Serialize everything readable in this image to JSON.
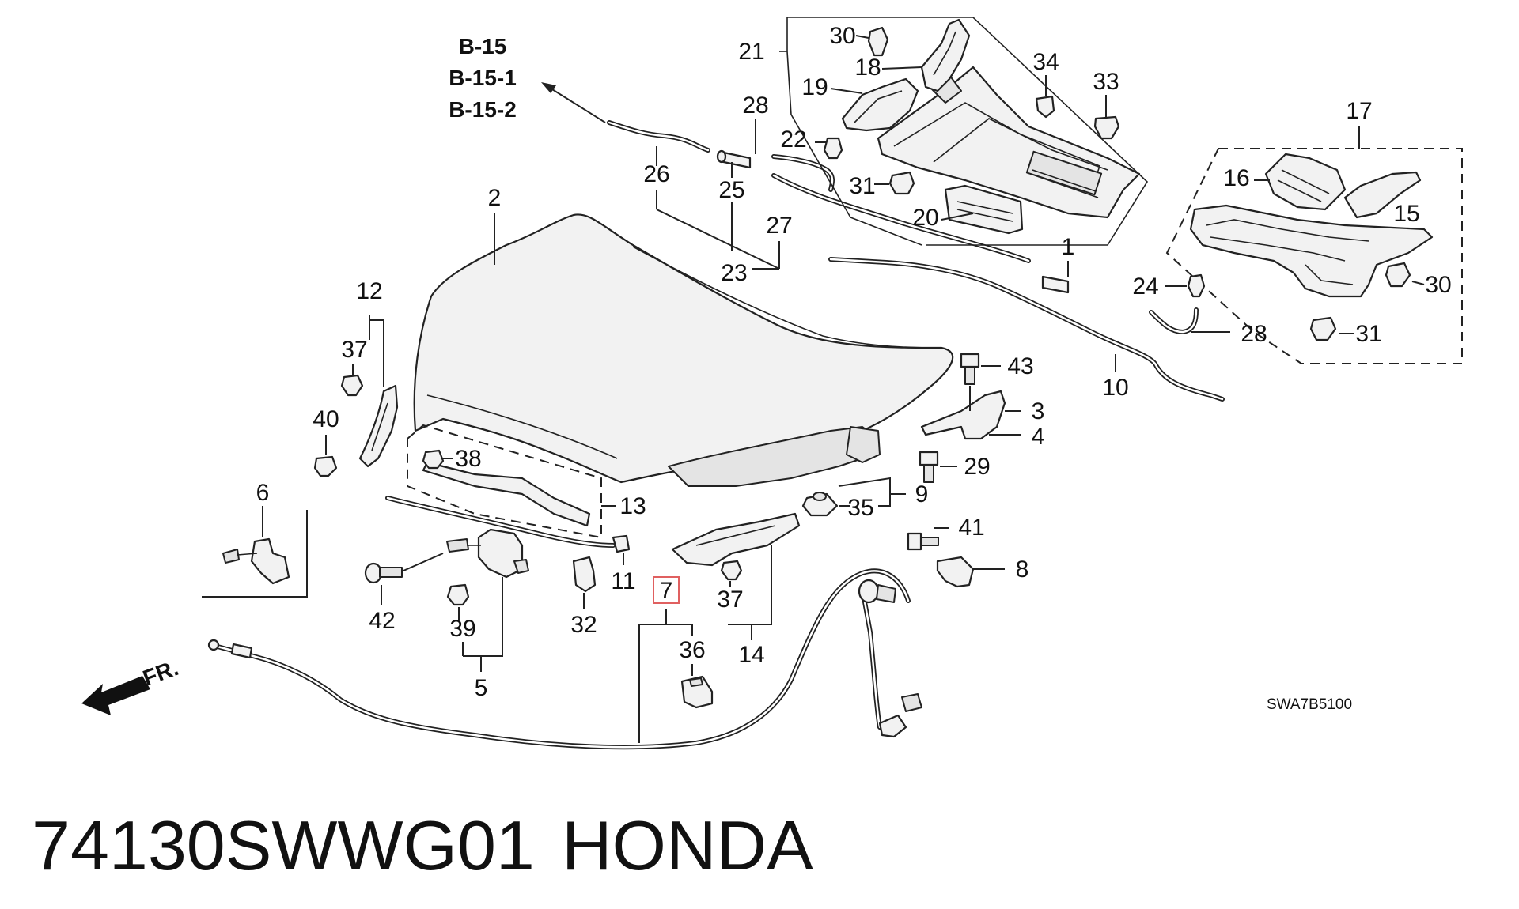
{
  "diagram": {
    "ref_labels": [
      "B-15",
      "B-15-1",
      "B-15-2"
    ],
    "callouts": {
      "n1": "1",
      "n2": "2",
      "n3": "3",
      "n4": "4",
      "n5": "5",
      "n6": "6",
      "n7": "7",
      "n8": "8",
      "n9": "9",
      "n10": "10",
      "n11": "11",
      "n12": "12",
      "n13": "13",
      "n14": "14",
      "n15": "15",
      "n16": "16",
      "n17": "17",
      "n18": "18",
      "n19": "19",
      "n20": "20",
      "n21": "21",
      "n22": "22",
      "n23": "23",
      "n24": "24",
      "n25": "25",
      "n26": "26",
      "n27": "27",
      "n28a": "28",
      "n28b": "28",
      "n29": "29",
      "n30a": "30",
      "n30b": "30",
      "n31a": "31",
      "n31b": "31",
      "n32": "32",
      "n33": "33",
      "n34": "34",
      "n35": "35",
      "n36": "36",
      "n37a": "37",
      "n37b": "37",
      "n38": "38",
      "n39": "39",
      "n40": "40",
      "n41": "41",
      "n42": "42",
      "n43": "43"
    },
    "front_marker": "FR.",
    "diagram_code": "SWA7B5100",
    "highlight": "7"
  },
  "footer": {
    "part_number": "74130SWWG01",
    "brand": "HONDA"
  },
  "colors": {
    "ink": "#111111",
    "highlight": "#e06060",
    "background": "#ffffff"
  }
}
